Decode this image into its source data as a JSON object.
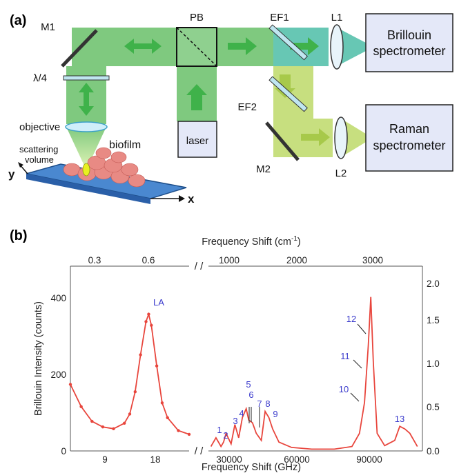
{
  "panel_a": {
    "label": "(a)",
    "labels": {
      "m1": "M1",
      "pb": "PB",
      "ef1": "EF1",
      "l1": "L1",
      "ef2": "EF2",
      "m2": "M2",
      "l2": "L2",
      "lambda4": "λ/4",
      "objective": "objective",
      "scattering": "scattering",
      "volume": "volume",
      "biofilm": "biofilm",
      "laser": "laser",
      "axis_y": "y",
      "axis_x": "x"
    },
    "spectrometers": [
      {
        "line1": "Brillouin",
        "line2": "spectrometer"
      },
      {
        "line1": "Raman",
        "line2": "spectrometer"
      }
    ],
    "colors": {
      "green_beam": "#7fc97f",
      "yellow_beam": "#c7df7f",
      "box": "#e4e8f8",
      "stage": "#3a78c8"
    }
  },
  "panel_b": {
    "label": "(b)",
    "top_axis_label": "Frequency Shift (cm",
    "top_axis_sup": "-1",
    "top_axis_close": ")",
    "bottom_axis_label": "Frequency Shift (GHz)",
    "left_axis_label": "Brillouin Intensity (counts)",
    "break_mark": "/ /",
    "top_ticks": [
      "0.3",
      "0.6",
      "1000",
      "2000",
      "3000"
    ],
    "bottom_ticks": [
      "9",
      "18",
      "30000",
      "60000",
      "90000"
    ],
    "left_ticks": [
      "0",
      "200",
      "400"
    ],
    "right_ticks": [
      "0.0",
      "0.5",
      "1.0",
      "1.5",
      "2.0"
    ],
    "peak_labels": [
      "LA",
      "1",
      "2",
      "3",
      "4",
      "5",
      "6",
      "7",
      "8",
      "9",
      "10",
      "11",
      "12",
      "13"
    ],
    "line_color": "#e8453c"
  },
  "chart_data": {
    "type": "line",
    "series": [
      {
        "name": "Brillouin",
        "x_unit": "GHz",
        "x": [
          4,
          6,
          8,
          10,
          12,
          14,
          15,
          16,
          17,
          18,
          18.5,
          19,
          20,
          21,
          22,
          24,
          26
        ],
        "y": [
          180,
          120,
          80,
          65,
          60,
          75,
          100,
          160,
          260,
          350,
          370,
          340,
          230,
          130,
          90,
          55,
          45
        ]
      },
      {
        "name": "Raman",
        "x_unit": "GHz",
        "x": [
          26000,
          28000,
          30000,
          31000,
          32000,
          34000,
          35500,
          37000,
          38500,
          40000,
          41000,
          42500,
          44000,
          46000,
          47500,
          49000,
          50500,
          53000,
          58000,
          66000,
          75000,
          82000,
          85000,
          87000,
          88500,
          89500,
          90500,
          92000,
          95000,
          99000,
          101000,
          103000,
          105000,
          108000
        ],
        "y": [
          0.05,
          0.15,
          0.05,
          0.1,
          0.2,
          0.08,
          0.3,
          0.15,
          0.38,
          0.48,
          0.35,
          0.32,
          0.2,
          0.12,
          0.45,
          0.38,
          0.25,
          0.1,
          0.04,
          0.02,
          0.02,
          0.05,
          0.2,
          0.55,
          1.2,
          1.75,
          1.0,
          0.2,
          0.06,
          0.12,
          0.28,
          0.25,
          0.2,
          0.05
        ]
      }
    ],
    "xlim_left_GHz": [
      4,
      26
    ],
    "xlim_right_GHz": [
      25000,
      110000
    ],
    "ylim_left": [
      0,
      500
    ],
    "ylim_right": [
      0,
      2.1
    ],
    "grid": false
  }
}
